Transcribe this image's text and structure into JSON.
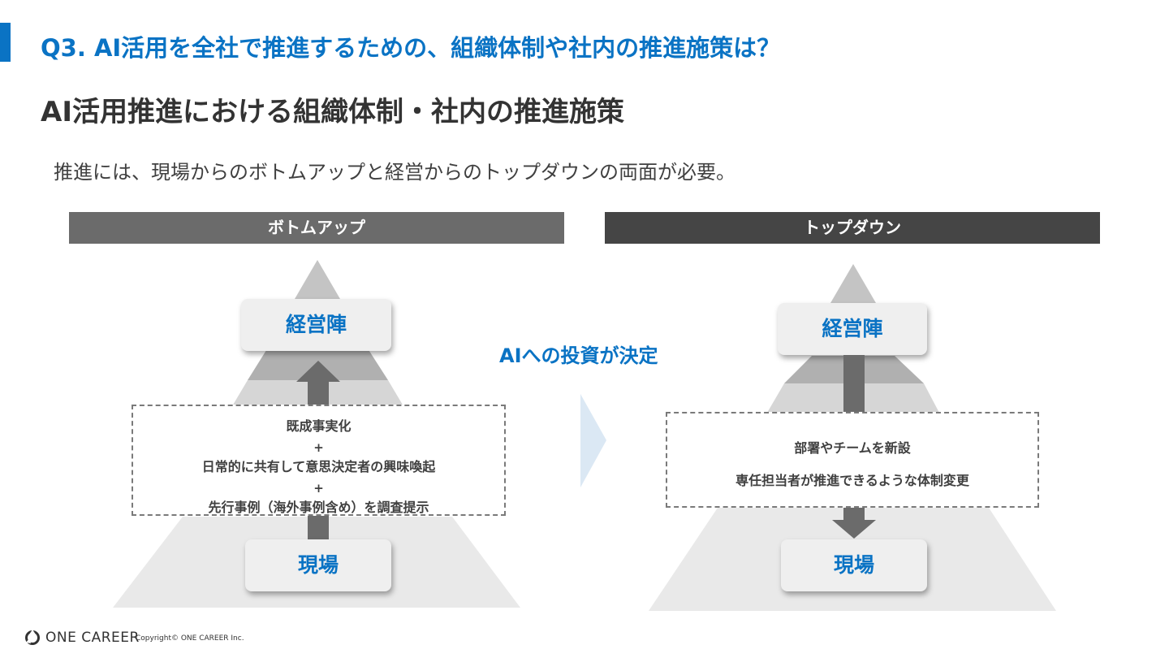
{
  "header": {
    "question": "Q3. AI活用を全社で推進するための、組織体制や社内の推進施策は？",
    "title": "AI活用推進における組織体制・社内の推進施策",
    "lead": "推進には、現場からのボトムアップと経営からのトップダウンの両面が必要。"
  },
  "bottom_up": {
    "label": "ボトムアップ",
    "top_card": "経営陣",
    "bottom_card": "現場",
    "initiatives": [
      "既成事実化",
      "日常的に共有して意思決定者の興味喚起",
      "先行事例（海外事例含め）を調査提示"
    ],
    "separator": "+"
  },
  "top_down": {
    "label": "トップダウン",
    "top_card": "経営陣",
    "bottom_card": "現場",
    "initiatives": [
      "部署やチームを新設",
      "専任担当者が推進できるような体制変更"
    ]
  },
  "transition": {
    "label": "AIへの投資が決定"
  },
  "footer": {
    "brand": "ONE CAREER",
    "copyright": "Copyright© ONE CAREER Inc."
  },
  "colors": {
    "accent": "#0a73c4",
    "header_left": "#6b6b6b",
    "header_right": "#454545"
  }
}
